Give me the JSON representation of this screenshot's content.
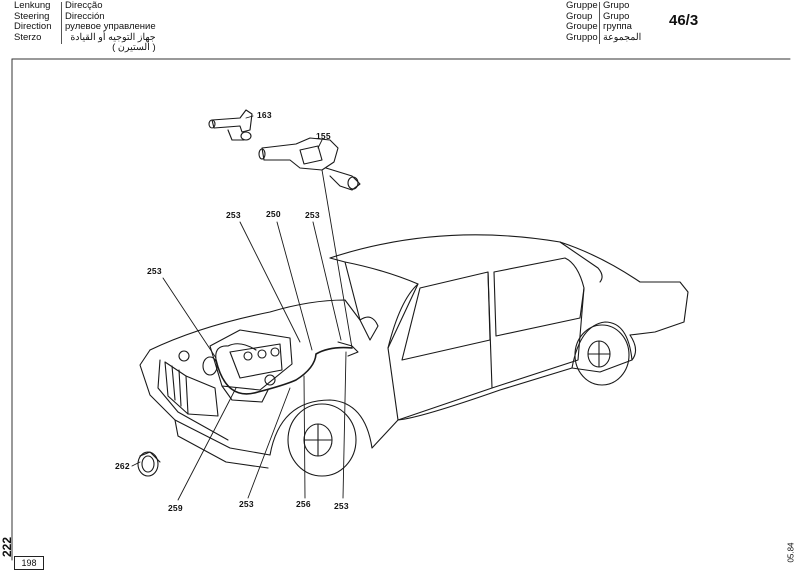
{
  "header": {
    "left_col1": [
      "Lenkung",
      "Steering",
      "Direction",
      "Sterzo"
    ],
    "left_col2": [
      "Direcção",
      "Dirección",
      "рулевое управление",
      "جهاز التوجيه أو القيادة",
      "( الستيرن )"
    ],
    "right_col1": [
      "Gruppe",
      "Group",
      "Groupe",
      "Gruppo"
    ],
    "right_col2": [
      "Grupo",
      "Grupo",
      "группа",
      "المجموعة"
    ],
    "group_number": "46/3"
  },
  "callouts": {
    "c163": "163",
    "c155": "155",
    "c253_a": "253",
    "c250": "250",
    "c253_b": "253",
    "c253_c": "253",
    "c262": "262",
    "c259": "259",
    "c253_d": "253",
    "c256": "256",
    "c253_e": "253"
  },
  "footer": {
    "page_number": "222",
    "sub_page": "198",
    "date_code": "05.84"
  }
}
